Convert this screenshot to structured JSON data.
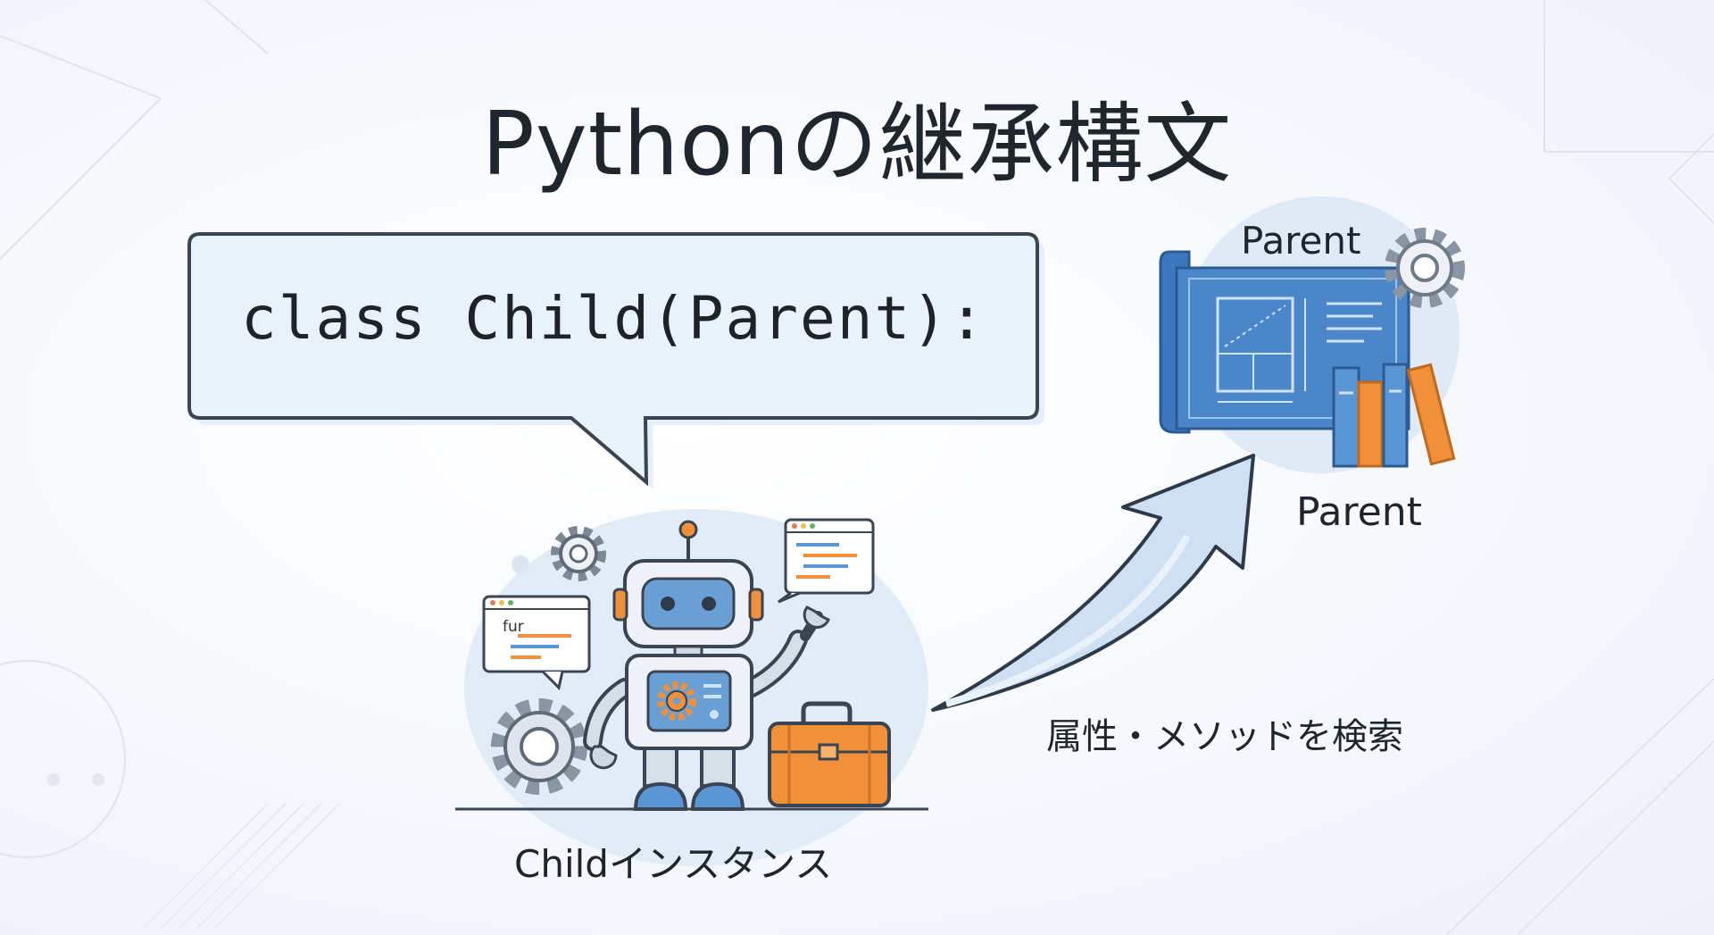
{
  "title": "Pythonの継承構文",
  "code_bubble": {
    "code": "class Child(Parent):"
  },
  "parent_blueprint": {
    "top_label": "Parent",
    "bottom_label": "Parent"
  },
  "arrow": {
    "label": "属性・メソッドを検索"
  },
  "child": {
    "label": "Childインスタンス",
    "screen_snippet": "fur"
  },
  "icons": [
    "gear-icon",
    "robot-icon",
    "wrench-icon",
    "toolbox-icon",
    "blueprint-icon",
    "books-icon",
    "code-window-icon",
    "arrow-icon"
  ],
  "colors": {
    "accent_blue": "#4a86c8",
    "accent_orange": "#f0903a",
    "text": "#20262e",
    "bubble_fill": "#e9f1fb",
    "bubble_stroke": "#3a4452"
  }
}
